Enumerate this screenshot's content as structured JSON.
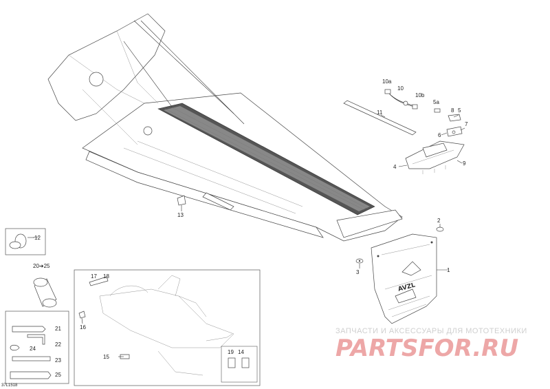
{
  "diagram_id": "37L1518",
  "watermark": {
    "line1": "ЗАПЧАСТИ И АКСЕССУАРЫ ДЛЯ МОТОТЕХНИКИ",
    "line2": "PARTSFOR.RU"
  },
  "callouts": {
    "c1": "1",
    "c2": "2",
    "c3": "3",
    "c4": "4",
    "c5": "5",
    "c5a": "5a",
    "c6": "6",
    "c7": "7",
    "c8": "8",
    "c9": "9",
    "c10": "10",
    "c10a": "10a",
    "c10b": "10b",
    "c11": "11",
    "c12": "12",
    "c13": "13",
    "c14": "14",
    "c15": "15",
    "c16": "16",
    "c17": "17",
    "c18": "18",
    "c19": "19",
    "c2025": "20➔25",
    "c21": "21",
    "c22": "22",
    "c23": "23",
    "c24": "24",
    "c25": "25"
  },
  "flap_logo": "AVZL"
}
